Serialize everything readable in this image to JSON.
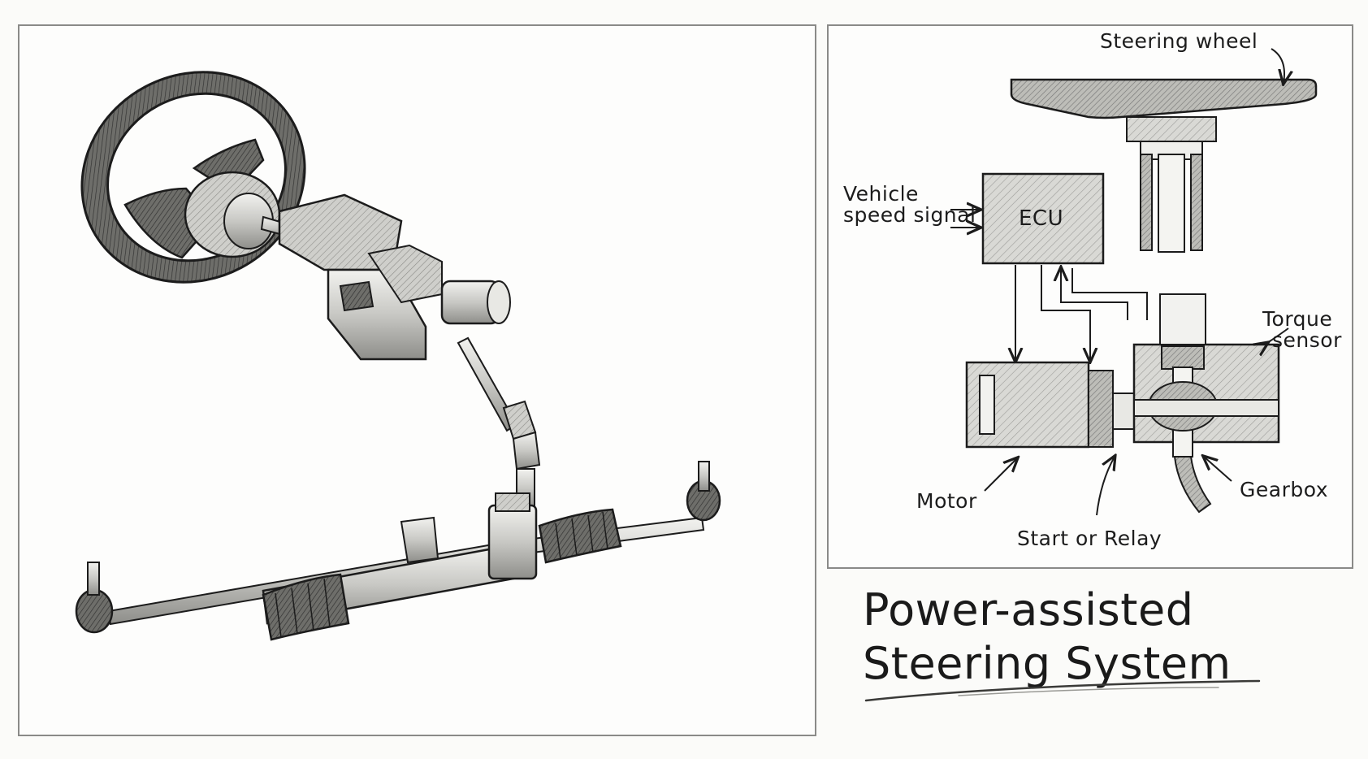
{
  "title": "Power-assisted Steering System",
  "illustration": {
    "parts": [
      "steering-wheel",
      "steering-column",
      "intermediate-shaft",
      "universal-joint",
      "steering-rack",
      "rack-boot-left",
      "rack-boot-right",
      "tie-rod-end-left",
      "tie-rod-end-right"
    ]
  },
  "schematic": {
    "labels": {
      "steering_wheel": "Steering wheel",
      "vehicle": "Vehicle",
      "speed_signal": "speed signal",
      "ecu": "ECU",
      "torque": "Torque",
      "sensor": "sensor",
      "motor": "Motor",
      "gearbox": "Gearbox",
      "start_relay": "Start or Relay"
    }
  },
  "colors": {
    "ink": "#1c1c1c",
    "line": "#2a2a2a",
    "panel_border": "#8a8a88",
    "shade": "#b9b9b5"
  }
}
